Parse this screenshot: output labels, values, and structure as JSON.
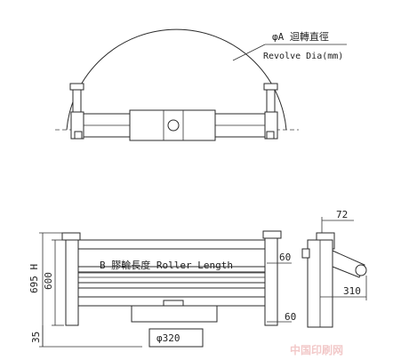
{
  "top_view": {
    "dia_label_cn": "φA 迴轉直徑",
    "dia_label_en": "Revolve Dia(mm)"
  },
  "front_view": {
    "roller_length_label": "B 膠輪長度 Roller Length",
    "dim_h": "695 H",
    "dim_600": "600",
    "dim_35": "35",
    "dim_60_upper": "60",
    "dim_60_lower": "60",
    "dim_diameter": "φ320"
  },
  "side_view": {
    "dim_72": "72",
    "dim_310": "310"
  },
  "watermark": {
    "text": "中国印刷网",
    "color": "#f2c9c9"
  }
}
